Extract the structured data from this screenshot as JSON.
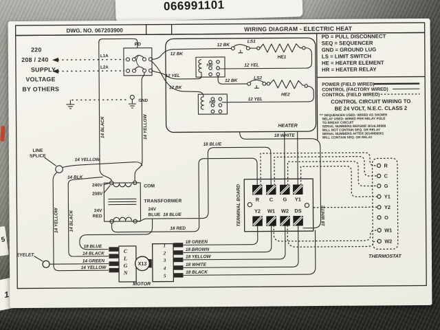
{
  "photo": {
    "sticker_number": "066991101",
    "edge_fragments": [
      "5",
      "1"
    ]
  },
  "header": {
    "dwg_no": "DWG. NO. 067203900",
    "title": "WIRING DIAGRAM - ELECTRIC HEAT"
  },
  "legend": {
    "abbreviations": [
      "PD = PULL DISCONNECT",
      "SEQ = SEQUENCER",
      "GND = GROUND LUG",
      "LS = LIMIT SWITCH",
      "HE = HEATER ELEMENT",
      "HR = HEATER RELAY"
    ],
    "line_types": [
      {
        "label": "POWER (FIELD WIRED)",
        "style": "solid-thick"
      },
      {
        "label": "CONTROL (FACTORY WIRED)",
        "style": "solid"
      },
      {
        "label": "CONTROL (FIELD WIRED)",
        "style": "dotted"
      }
    ],
    "control_note_line1": "CONTROL CIRCUIT WIRING TO",
    "control_note_line2": "BE 24 VOLT, N.E.C. CLASS 2",
    "sequencer_note": [
      "*** SEQUENCER USED: WIRED AS SHOWN",
      "RELAY USED: WIRED PER RELAY POLE",
      "TO BREAK CIRCUIT",
      "SERIAL NUMBERS BEFORE 3014L99999",
      "WILL NOT CONTAIN SEQ. OR RELAY",
      "SERIAL NUMBERS AFTER 3014M00001",
      "WILL CONTAIN SEQ. OR RELAY"
    ]
  },
  "supply": {
    "lines": [
      "220",
      "208 / 240",
      "SUPPLY",
      "VOLTAGE",
      "BY OTHERS"
    ]
  },
  "pd": {
    "label": "PD",
    "l1a": "L1A",
    "l2a": "L2A"
  },
  "ground": {
    "label": "GND"
  },
  "heater": {
    "box_label": "HEATER",
    "hr": "HR",
    "ls1": "LS1",
    "ls2": "LS2",
    "he1": "HE1",
    "he2": "HE2"
  },
  "wires": {
    "bk12": "12 BK",
    "yel12": "12 YEL",
    "blk14": "14 BLK",
    "black14": "14 BLACK",
    "yellow14": "14 YELLOW",
    "green14": "14 GREEN",
    "blue18": "18 BLUE",
    "red18": "18 RED",
    "white18": "18 WHITE",
    "green18": "18 GREEN",
    "brown18": "18 BROWN",
    "yellow18": "18 YELLOW",
    "black18": "18 BLACK"
  },
  "transformer": {
    "label": "TRANSFORMER",
    "com": "COM",
    "tap240": "240V",
    "tap208": "208V",
    "v24": "24V",
    "red": "RED",
    "blue": "BLUE"
  },
  "splice": {
    "line1": "LINE",
    "line2": "SPLICE"
  },
  "motor": {
    "label": "MOTOR",
    "x13": "X13",
    "eyelet": "EYELET",
    "left_pins": [
      "C",
      "L",
      "G",
      "N"
    ],
    "right_pins": [
      "1",
      "2",
      "3",
      "4",
      "5"
    ]
  },
  "terminal_board": {
    "label": "TERMINAL BOARD",
    "top": [
      "R",
      "C",
      "G",
      "Y1"
    ],
    "bottom": [
      "Y2",
      "W1",
      "W2",
      "DS"
    ]
  },
  "thermostat": {
    "label": "THERMOSTAT",
    "terminals": [
      "R",
      "C",
      "G",
      "Y1",
      "Y2",
      "O",
      "W1",
      "W2"
    ]
  }
}
